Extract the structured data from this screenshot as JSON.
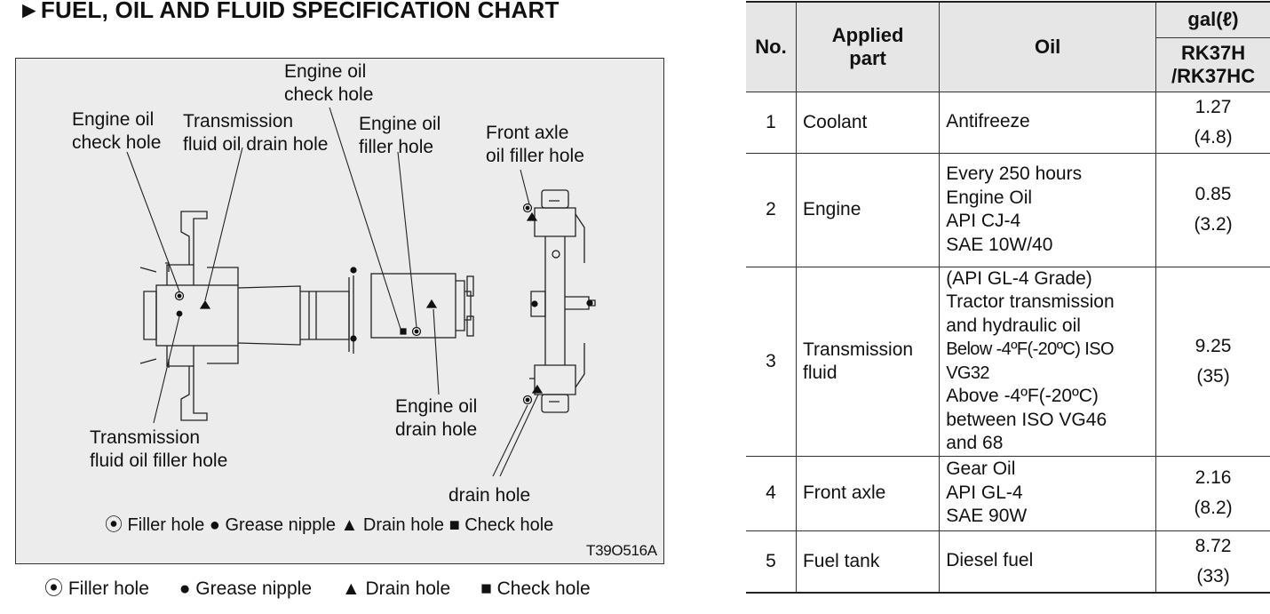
{
  "title": "►FUEL, OIL AND FLUID SPECIFICATION CHART",
  "diagram": {
    "labels": {
      "engine_oil_check_hole_left": "Engine oil\ncheck hole",
      "transmission_fluid_oil_drain_hole": "Transmission\nfluid oil drain hole",
      "engine_oil_check_hole_top": "Engine oil\ncheck hole",
      "engine_oil_filler_hole": "Engine oil\nfiller hole",
      "front_axle_oil_filler_hole": "Front axle\noil filler hole",
      "engine_oil_drain_hole": "Engine oil\ndrain hole",
      "transmission_fluid_oil_filler_hole": "Transmission\nfluid oil filler hole",
      "drain_hole": "drain hole"
    },
    "legend": "⦿ Filler hole ● Grease nipple ▲ Drain hole ■ Check hole",
    "figure_code": "T39O516A"
  },
  "legend_bottom": [
    {
      "symbol": "⦿",
      "label": "Filler hole"
    },
    {
      "symbol": "●",
      "label": "Grease nipple"
    },
    {
      "symbol": "▲",
      "label": "Drain hole"
    },
    {
      "symbol": "■",
      "label": "Check hole"
    }
  ],
  "table": {
    "headers": {
      "no": "No.",
      "applied_part": "Applied\npart",
      "oil": "Oil",
      "unit": "gal(ℓ)",
      "model": "RK37H\n/RK37HC"
    },
    "rows": [
      {
        "no": "1",
        "part": "Coolant",
        "oil": [
          "Antifreeze"
        ],
        "gal": "1.27",
        "liter": "(4.8)"
      },
      {
        "no": "2",
        "part": "Engine",
        "oil": [
          "Every 250 hours",
          "Engine Oil",
          "API CJ-4",
          "SAE 10W/40"
        ],
        "gal": "0.85",
        "liter": "(3.2)"
      },
      {
        "no": "3",
        "part": "Transmission\nfluid",
        "oil": [
          "(API GL-4 Grade)",
          "Tractor transmission",
          "and hydraulic oil",
          "Below -4ºF(-20ºC) ISO VG32",
          "Above -4ºF(-20ºC)",
          "between ISO VG46",
          "and 68"
        ],
        "gal": "9.25",
        "liter": "(35)"
      },
      {
        "no": "4",
        "part": "Front axle",
        "oil": [
          "Gear Oil",
          "API GL-4",
          "SAE 90W"
        ],
        "gal": "2.16",
        "liter": "(8.2)"
      },
      {
        "no": "5",
        "part": "Fuel tank",
        "oil": [
          "Diesel fuel"
        ],
        "gal": "8.72",
        "liter": "(33)"
      }
    ]
  }
}
